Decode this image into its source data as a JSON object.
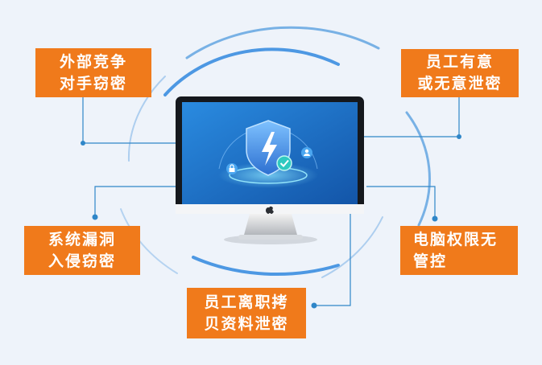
{
  "colors": {
    "background": "#eef3fa",
    "box": "#f07a1b",
    "box_text": "#ffffff",
    "connector": "#2f86c8",
    "ring": "#5aa0e0",
    "screen": "#1d6fc4"
  },
  "icons": [
    "shield-lightning-icon",
    "lock-icon",
    "checkmark-badge-icon",
    "user-icon",
    "apple-logo-icon"
  ],
  "boxes": {
    "top_left": {
      "line1": "外部竞争",
      "line2": "对手窃密"
    },
    "top_right": {
      "line1": "员工有意",
      "line2": "或无意泄密"
    },
    "mid_left": {
      "line1": "系统漏洞",
      "line2": "入侵窃密"
    },
    "mid_right": {
      "line1": "电脑权限无",
      "line2": "管控"
    },
    "bottom": {
      "line1": "员工离职拷",
      "line2": "贝资料泄密"
    }
  }
}
